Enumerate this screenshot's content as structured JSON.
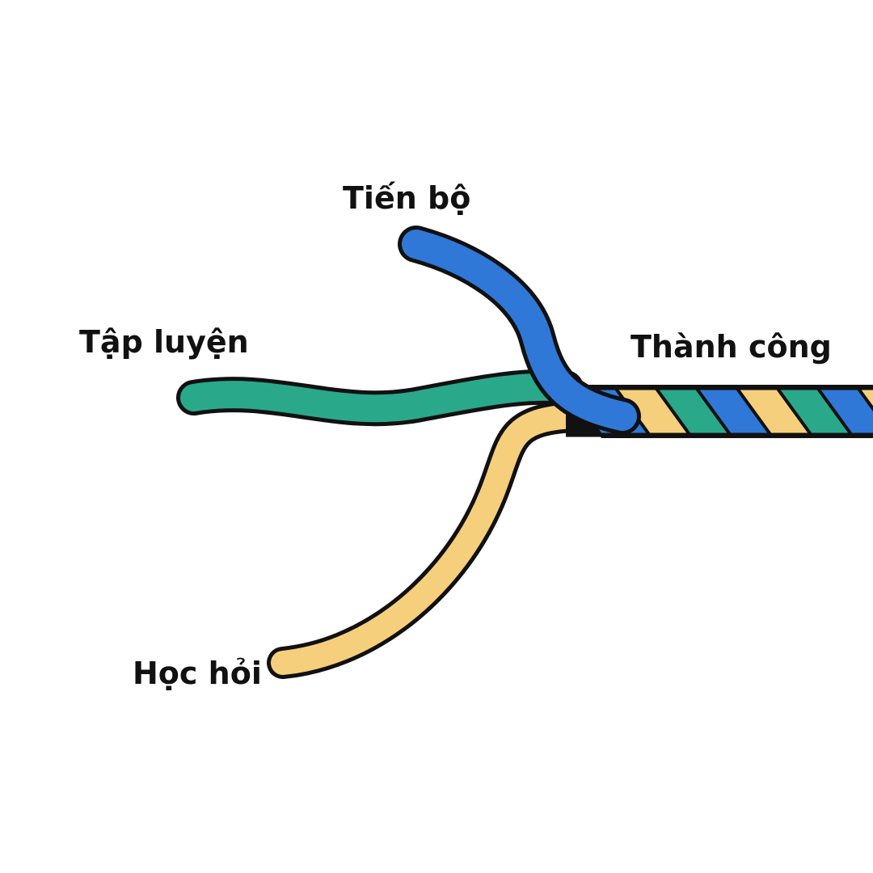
{
  "labels": {
    "progress": "Tiến bộ",
    "practice": "Tập luyện",
    "success": "Thành công",
    "learning": "Học hỏi"
  },
  "colors": {
    "blue": "#2f78d8",
    "green": "#2aa98a",
    "yellow": "#f6cf7d",
    "outline": "#111111"
  }
}
